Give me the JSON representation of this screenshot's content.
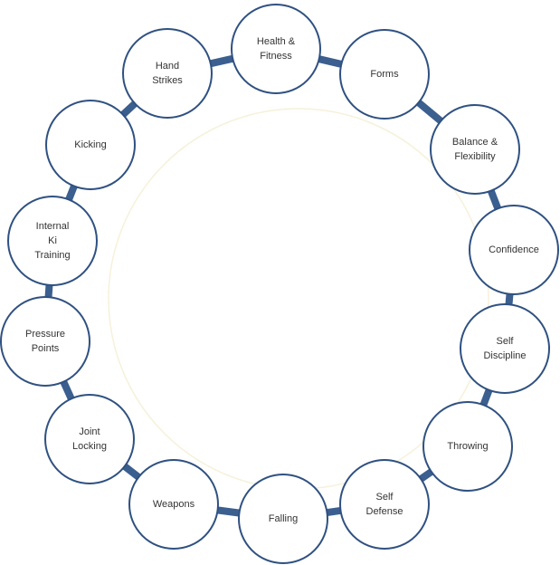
{
  "diagram": {
    "nodes": [
      {
        "lines": [
          "Health &",
          "Fitness"
        ]
      },
      {
        "lines": [
          "Forms"
        ]
      },
      {
        "lines": [
          "Balance &",
          "Flexibility"
        ]
      },
      {
        "lines": [
          "Confidence"
        ]
      },
      {
        "lines": [
          "Self",
          "Discipline"
        ]
      },
      {
        "lines": [
          "Throwing"
        ]
      },
      {
        "lines": [
          "Self",
          "Defense"
        ]
      },
      {
        "lines": [
          "Falling"
        ]
      },
      {
        "lines": [
          "Weapons"
        ]
      },
      {
        "lines": [
          "Joint",
          "Locking"
        ]
      },
      {
        "lines": [
          "Pressure",
          "Points"
        ]
      },
      {
        "lines": [
          "Internal",
          "Ki",
          "Training"
        ]
      },
      {
        "lines": [
          "Kicking"
        ]
      },
      {
        "lines": [
          "Hand",
          "Strikes"
        ]
      }
    ],
    "colors": {
      "connector": "#3b5f8f",
      "node_border": "#2f5181",
      "node_fill": "#ffffff",
      "text": "#333333"
    }
  }
}
